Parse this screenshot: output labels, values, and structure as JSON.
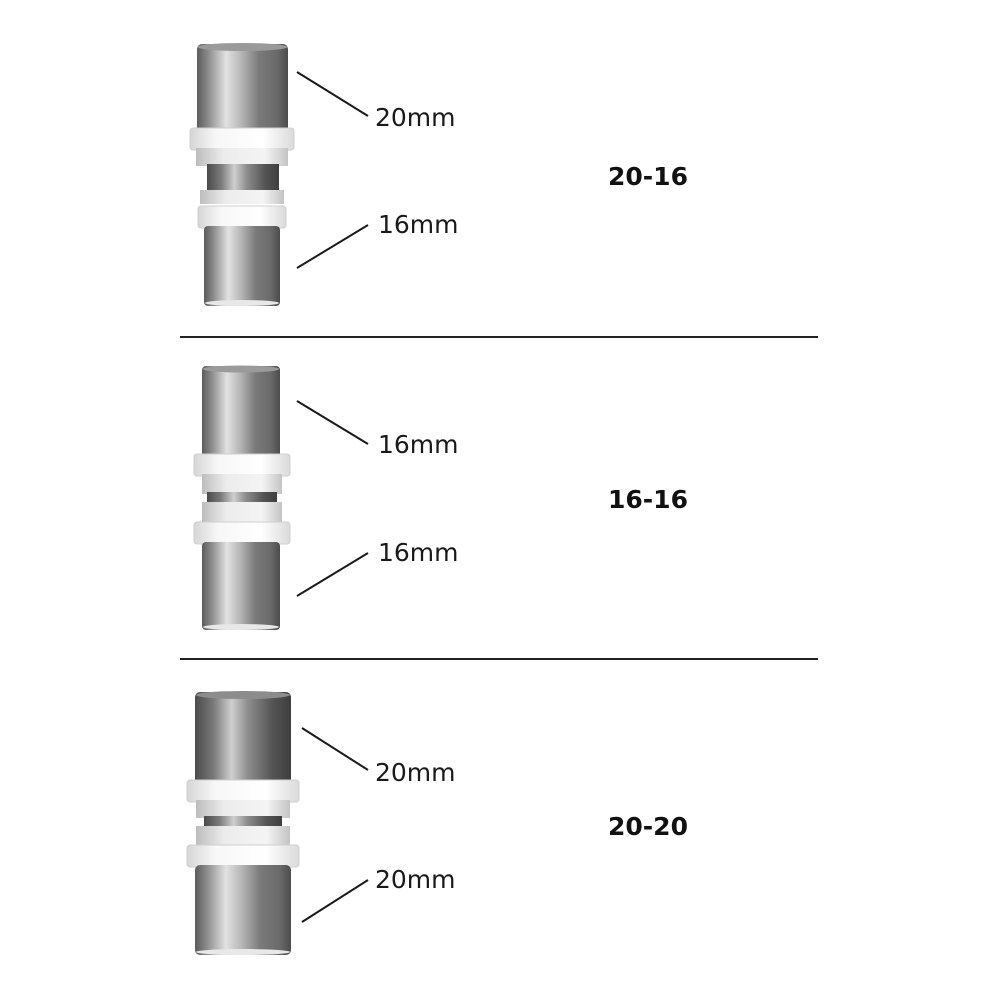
{
  "colors": {
    "background": "#ffffff",
    "divider": "#222222",
    "leader_line": "#1a1a1a",
    "metal_dark": "#6d6d6d",
    "metal_light": "#d9d9d9",
    "plastic_ring": "#f3f3f3",
    "text": "#111111"
  },
  "fittings": [
    {
      "code": "20-16",
      "top_size": "20mm",
      "bottom_size": "16mm"
    },
    {
      "code": "16-16",
      "top_size": "16mm",
      "bottom_size": "16mm"
    },
    {
      "code": "20-20",
      "top_size": "20mm",
      "bottom_size": "20mm"
    }
  ]
}
